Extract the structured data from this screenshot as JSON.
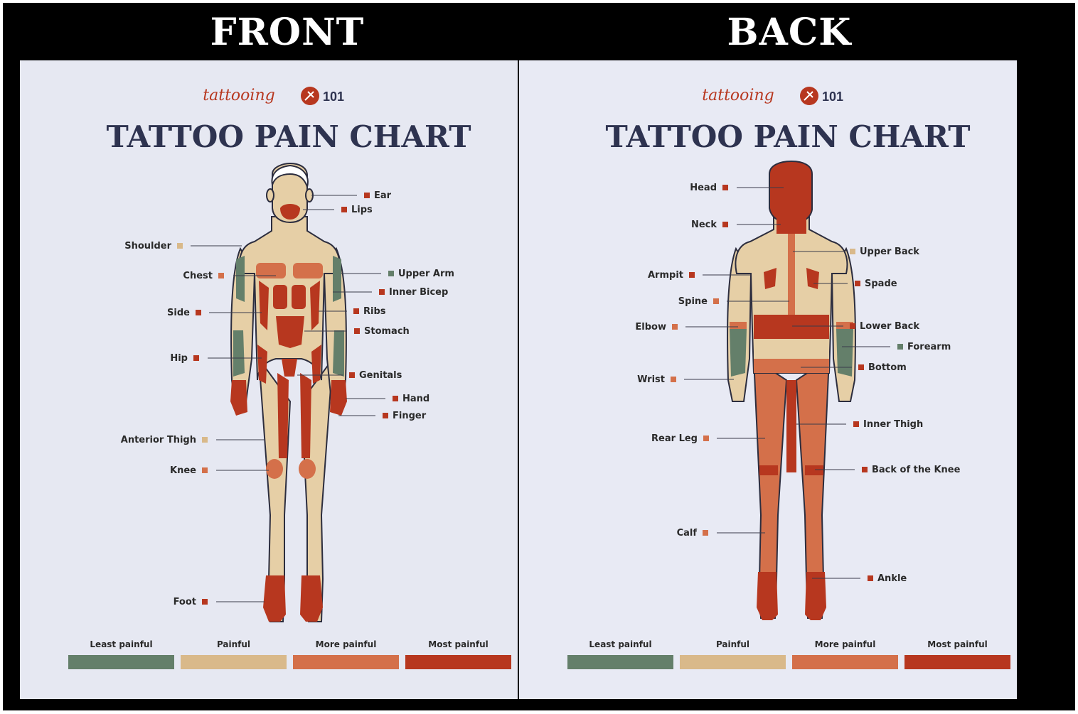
{
  "header": {
    "front": "FRONT",
    "back": "BACK"
  },
  "brand": {
    "script": "tattooing",
    "number": "101"
  },
  "chart_title": "TATTOO PAIN CHART",
  "colors": {
    "least": "#647f6a",
    "painful": "#d9b98a",
    "more": "#d4704a",
    "most": "#b7371f",
    "skin": "#e6cfa6",
    "outline": "#2c2d3e",
    "title": "#2e3350"
  },
  "legend": [
    {
      "label": "Least painful",
      "level": "least"
    },
    {
      "label": "Painful",
      "level": "painful"
    },
    {
      "label": "More painful",
      "level": "more"
    },
    {
      "label": "Most painful",
      "level": "most"
    }
  ],
  "front": {
    "labels": [
      {
        "text": "Ear",
        "level": "most"
      },
      {
        "text": "Lips",
        "level": "most"
      },
      {
        "text": "Shoulder",
        "level": "painful"
      },
      {
        "text": "Chest",
        "level": "more"
      },
      {
        "text": "Upper Arm",
        "level": "least"
      },
      {
        "text": "Inner Bicep",
        "level": "most"
      },
      {
        "text": "Side",
        "level": "most"
      },
      {
        "text": "Ribs",
        "level": "most"
      },
      {
        "text": "Stomach",
        "level": "most"
      },
      {
        "text": "Hip",
        "level": "most"
      },
      {
        "text": "Genitals",
        "level": "most"
      },
      {
        "text": "Hand",
        "level": "most"
      },
      {
        "text": "Finger",
        "level": "most"
      },
      {
        "text": "Anterior Thigh",
        "level": "painful"
      },
      {
        "text": "Knee",
        "level": "more"
      },
      {
        "text": "Foot",
        "level": "most"
      }
    ]
  },
  "back": {
    "labels": [
      {
        "text": "Head",
        "level": "most"
      },
      {
        "text": "Neck",
        "level": "most"
      },
      {
        "text": "Upper Back",
        "level": "painful"
      },
      {
        "text": "Armpit",
        "level": "most"
      },
      {
        "text": "Spade",
        "level": "most"
      },
      {
        "text": "Spine",
        "level": "more"
      },
      {
        "text": "Elbow",
        "level": "more"
      },
      {
        "text": "Lower Back",
        "level": "most"
      },
      {
        "text": "Forearm",
        "level": "least"
      },
      {
        "text": "Bottom",
        "level": "most"
      },
      {
        "text": "Wrist",
        "level": "more"
      },
      {
        "text": "Inner Thigh",
        "level": "most"
      },
      {
        "text": "Rear Leg",
        "level": "more"
      },
      {
        "text": "Back of the Knee",
        "level": "most"
      },
      {
        "text": "Calf",
        "level": "more"
      },
      {
        "text": "Ankle",
        "level": "most"
      }
    ]
  }
}
